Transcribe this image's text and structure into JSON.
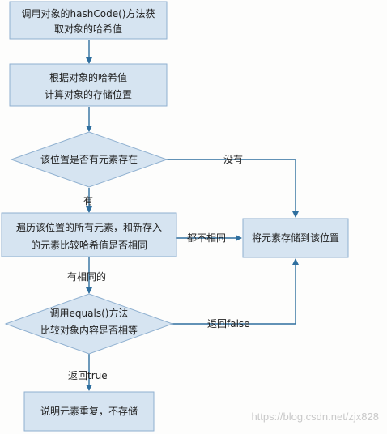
{
  "nodes": {
    "step1": {
      "lines": [
        "调用对象的hashCode()方法获",
        "取对象的哈希值"
      ]
    },
    "step2": {
      "lines": [
        "根据对象的哈希值",
        "计算对象的存储位置"
      ]
    },
    "decision1": {
      "lines": [
        "该位置是否有元素存在"
      ]
    },
    "step3": {
      "lines": [
        "遍历该位置的所有元素，和新存入",
        "的元素比较哈希值是否相同"
      ]
    },
    "store": {
      "lines": [
        "将元素存储到该位置"
      ]
    },
    "decision2": {
      "lines": [
        "调用equals()方法",
        "比较对象内容是否相等"
      ]
    },
    "duplicate": {
      "lines": [
        "说明元素重复，不存储"
      ]
    }
  },
  "edges": {
    "no_element": "没有",
    "has_element": "有",
    "hash_diff": "都不相同",
    "hash_same": "有相同的",
    "equals_false": "返回false",
    "equals_true": "返回true"
  },
  "watermark": "https://blog.csdn.net/zjx828",
  "colors": {
    "node_fill": "#d6e4f1",
    "node_border": "#8fb0d0",
    "arrow": "#2f6f9f"
  }
}
